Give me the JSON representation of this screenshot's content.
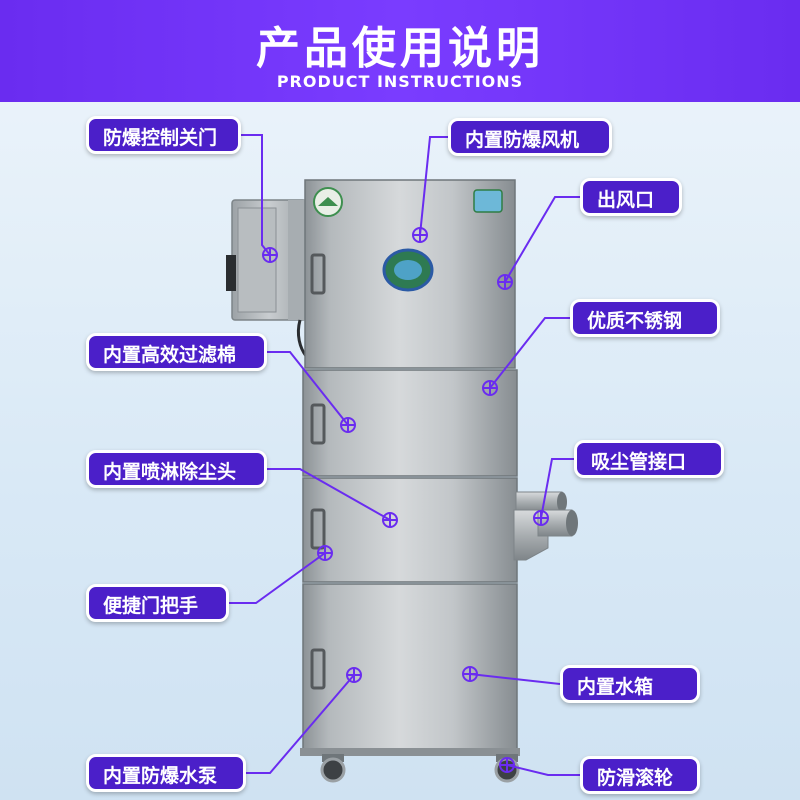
{
  "header": {
    "title": "产品使用说明",
    "subtitle": "PRODUCT INSTRUCTIONS"
  },
  "colors": {
    "header_bg": "#6a2cf0",
    "label_bg": "#4b1fc9",
    "leader": "#6a2cf0"
  },
  "callouts": [
    {
      "id": "explosion-proof-door",
      "text": "防爆控制关门"
    },
    {
      "id": "built-in-fan",
      "text": "内置防爆风机"
    },
    {
      "id": "air-outlet",
      "text": "出风口"
    },
    {
      "id": "stainless-steel",
      "text": "优质不锈钢"
    },
    {
      "id": "filter-cotton",
      "text": "内置高效过滤棉"
    },
    {
      "id": "dust-inlet",
      "text": "吸尘管接口"
    },
    {
      "id": "spray-head",
      "text": "内置喷淋除尘头"
    },
    {
      "id": "door-handle",
      "text": "便捷门把手"
    },
    {
      "id": "water-tank",
      "text": "内置水箱"
    },
    {
      "id": "water-pump",
      "text": "内置防爆水泵"
    },
    {
      "id": "anti-slip-wheel",
      "text": "防滑滚轮"
    }
  ]
}
